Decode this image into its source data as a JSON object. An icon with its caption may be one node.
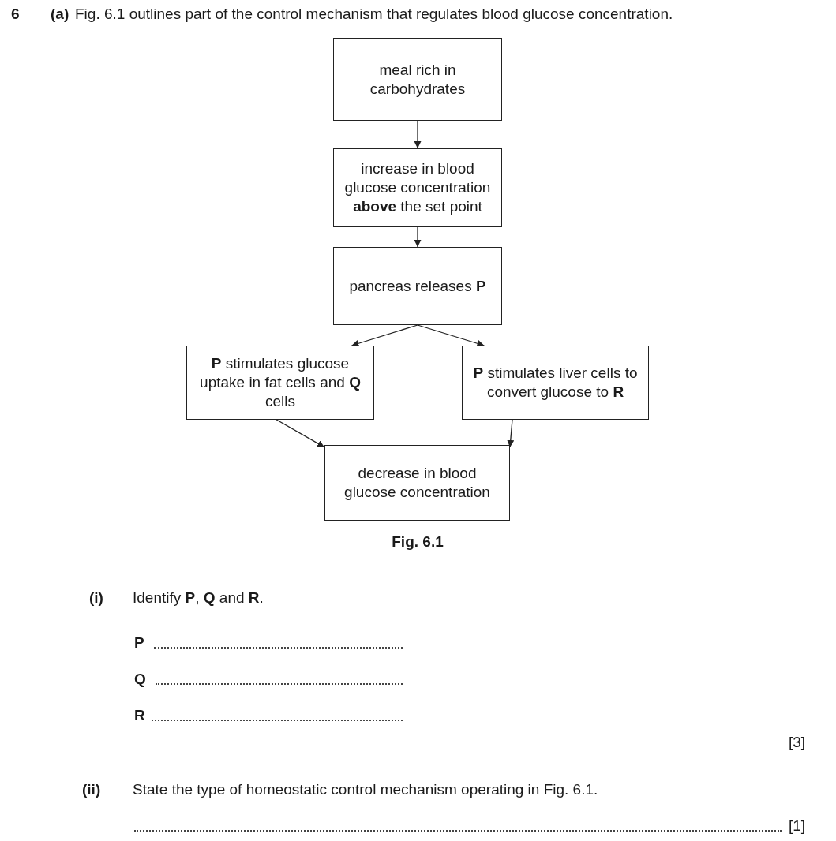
{
  "diagram": {
    "nodes": [
      {
        "text": [
          "meal rich in carbohydrates"
        ]
      },
      {
        "text": [
          "increase in blood glucose concentration **above** the set point"
        ]
      },
      {
        "text": [
          "pancreas releases **P**"
        ]
      },
      {
        "text": [
          "**P** stimulates glucose uptake in fat cells and **Q** cells"
        ]
      },
      {
        "text": [
          "**P** stimulates liver cells to convert glucose to **R**"
        ]
      },
      {
        "text": [
          "decrease in blood glucose concentration"
        ]
      }
    ],
    "edges": [
      {
        "from": 0,
        "to": 1,
        "arrow": "to"
      },
      {
        "from": 1,
        "to": 2,
        "arrow": "to"
      },
      {
        "from": 2,
        "to": 3,
        "arrow": "to"
      },
      {
        "from": 2,
        "to": 4,
        "arrow": "to"
      },
      {
        "from": 3,
        "to": 5,
        "arrow": "to"
      },
      {
        "from": 4,
        "to": 5,
        "arrow": "to"
      }
    ],
    "labels": [
      "6",
      "(a)",
      "Fig. 6.1 outlines part of the control mechanism that regulates blood glucose concentration.",
      "Fig. 6.1",
      "(i)",
      "Identify **P**, **Q** and **R**.",
      "P",
      "Q",
      "R",
      "[3]",
      "(ii)",
      "State the type of homeostatic control mechanism operating in Fig. 6.1.",
      "[1]"
    ]
  }
}
